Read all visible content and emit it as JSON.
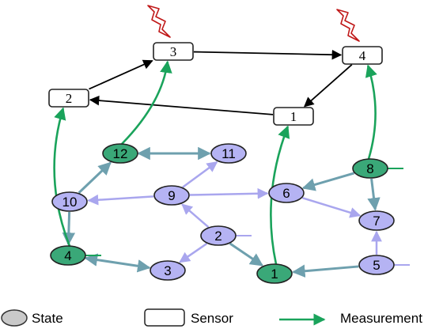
{
  "colors": {
    "sensor_edge": "#000000",
    "measurement": "#1aa35b",
    "teal_edge": "#6ea0ae",
    "lavender_edge": "#a9a6ee",
    "green_state": "#3aa878",
    "purple_state": "#b5b3f3",
    "attack": "#c01818",
    "legend_state": "#c9c9c9"
  },
  "icons": {
    "attack": "lightning-bolt-icon"
  },
  "sensors": [
    {
      "id": "s1",
      "label": "1"
    },
    {
      "id": "s2",
      "label": "2"
    },
    {
      "id": "s3",
      "label": "3"
    },
    {
      "id": "s4",
      "label": "4"
    }
  ],
  "states": [
    {
      "id": "n1",
      "label": "1",
      "kind": "measured"
    },
    {
      "id": "n2",
      "label": "2",
      "kind": "unmeasured"
    },
    {
      "id": "n3",
      "label": "3",
      "kind": "unmeasured"
    },
    {
      "id": "n4",
      "label": "4",
      "kind": "measured"
    },
    {
      "id": "n5",
      "label": "5",
      "kind": "unmeasured"
    },
    {
      "id": "n6",
      "label": "6",
      "kind": "unmeasured"
    },
    {
      "id": "n7",
      "label": "7",
      "kind": "unmeasured"
    },
    {
      "id": "n8",
      "label": "8",
      "kind": "measured"
    },
    {
      "id": "n9",
      "label": "9",
      "kind": "unmeasured"
    },
    {
      "id": "n10",
      "label": "10",
      "kind": "unmeasured"
    },
    {
      "id": "n11",
      "label": "11",
      "kind": "unmeasured"
    },
    {
      "id": "n12",
      "label": "12",
      "kind": "measured"
    }
  ],
  "sensor_edges": [
    [
      "s2",
      "s3"
    ],
    [
      "s3",
      "s4"
    ],
    [
      "s4",
      "s1"
    ],
    [
      "s1",
      "s2"
    ]
  ],
  "measurement_edges": [
    [
      "n4",
      "s2"
    ],
    [
      "n12",
      "s3"
    ],
    [
      "n1",
      "s1"
    ],
    [
      "n8",
      "s4"
    ]
  ],
  "state_edges": [
    {
      "from": "n10",
      "to": "n12",
      "style": "teal"
    },
    {
      "from": "n12",
      "to": "n11",
      "style": "teal",
      "bidirectional": true
    },
    {
      "from": "n10",
      "to": "n4",
      "style": "teal"
    },
    {
      "from": "n4",
      "to": "n3",
      "style": "teal",
      "bidirectional": true
    },
    {
      "from": "n9",
      "to": "n10",
      "style": "lavender"
    },
    {
      "from": "n9",
      "to": "n11",
      "style": "lavender"
    },
    {
      "from": "n9",
      "to": "n6",
      "style": "lavender"
    },
    {
      "from": "n2",
      "to": "n9",
      "style": "lavender"
    },
    {
      "from": "n2",
      "to": "n3",
      "style": "lavender"
    },
    {
      "from": "n2",
      "to": "n1",
      "style": "teal"
    },
    {
      "from": "n8",
      "to": "n6",
      "style": "teal"
    },
    {
      "from": "n8",
      "to": "n7",
      "style": "teal"
    },
    {
      "from": "n6",
      "to": "n7",
      "style": "lavender"
    },
    {
      "from": "n5",
      "to": "n1",
      "style": "teal"
    },
    {
      "from": "n5",
      "to": "n7",
      "style": "lavender"
    }
  ],
  "attacked_sensors": [
    "s3",
    "s4"
  ],
  "legend": {
    "state": "State",
    "sensor": "Sensor",
    "measurement": "Measurement"
  }
}
